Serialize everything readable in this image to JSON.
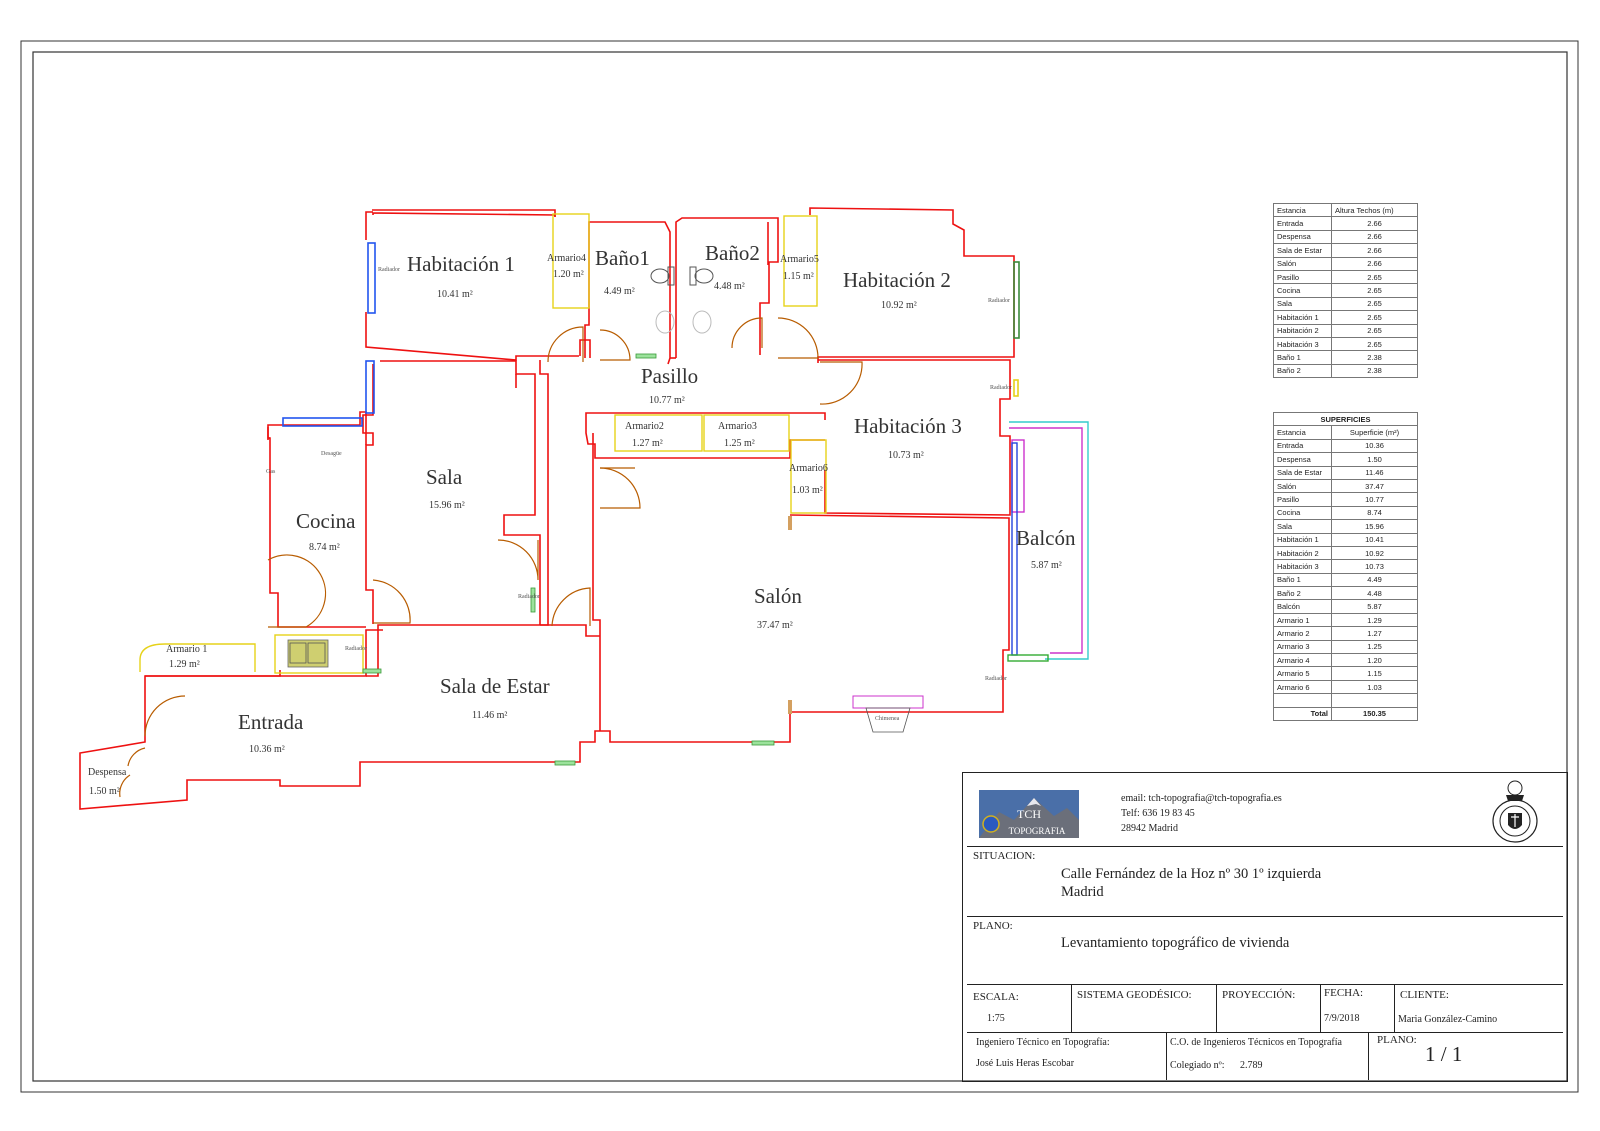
{
  "rooms": [
    {
      "name": "Habitación 1",
      "area": "10.41 m²"
    },
    {
      "name": "Armario4",
      "area": "1.20 m²"
    },
    {
      "name": "Baño1",
      "area": "4.49 m²"
    },
    {
      "name": "Baño2",
      "area": "4.48 m²"
    },
    {
      "name": "Armario5",
      "area": "1.15 m²"
    },
    {
      "name": "Habitación 2",
      "area": "10.92 m²"
    },
    {
      "name": "Pasillo",
      "area": "10.77 m²"
    },
    {
      "name": "Armario2",
      "area": "1.27 m²"
    },
    {
      "name": "Armario3",
      "area": "1.25 m²"
    },
    {
      "name": "Habitación 3",
      "area": "10.73 m²"
    },
    {
      "name": "Armario6",
      "area": "1.03 m²"
    },
    {
      "name": "Sala",
      "area": "15.96 m²"
    },
    {
      "name": "Cocina",
      "area": "8.74 m²"
    },
    {
      "name": "Balcón",
      "area": "5.87 m²"
    },
    {
      "name": "Salón",
      "area": "37.47 m²"
    },
    {
      "name": "Armario 1",
      "area": "1.29 m²"
    },
    {
      "name": "Sala de Estar",
      "area": "11.46 m²"
    },
    {
      "name": "Entrada",
      "area": "10.36 m²"
    },
    {
      "name": "Despensa",
      "area": "1.50 m²"
    }
  ],
  "fixtures": {
    "radiador": "Radiador",
    "desague": "Desagüe",
    "gas": "Gas",
    "chimenea": "Chimenea"
  },
  "heights_table": {
    "headers": [
      "Estancia",
      "Altura Techos (m)"
    ],
    "rows": [
      [
        "Entrada",
        "2.66"
      ],
      [
        "Despensa",
        "2.66"
      ],
      [
        "Sala de Estar",
        "2.66"
      ],
      [
        "Salón",
        "2.66"
      ],
      [
        "Pasillo",
        "2.65"
      ],
      [
        "Cocina",
        "2.65"
      ],
      [
        "Sala",
        "2.65"
      ],
      [
        "Habitación 1",
        "2.65"
      ],
      [
        "Habitación 2",
        "2.65"
      ],
      [
        "Habitación 3",
        "2.65"
      ],
      [
        "Baño 1",
        "2.38"
      ],
      [
        "Baño 2",
        "2.38"
      ]
    ]
  },
  "surfaces_table": {
    "title": "SUPERFICIES",
    "headers": [
      "Estancia",
      "Superficie (m²)"
    ],
    "rows": [
      [
        "Entrada",
        "10.36"
      ],
      [
        "Despensa",
        "1.50"
      ],
      [
        "Sala de Estar",
        "11.46"
      ],
      [
        "Salón",
        "37.47"
      ],
      [
        "Pasillo",
        "10.77"
      ],
      [
        "Cocina",
        "8.74"
      ],
      [
        "Sala",
        "15.96"
      ],
      [
        "Habitación 1",
        "10.41"
      ],
      [
        "Habitación 2",
        "10.92"
      ],
      [
        "Habitación 3",
        "10.73"
      ],
      [
        "Baño 1",
        "4.49"
      ],
      [
        "Baño 2",
        "4.48"
      ],
      [
        "Balcón",
        "5.87"
      ],
      [
        "Armario 1",
        "1.29"
      ],
      [
        "Armario 2",
        "1.27"
      ],
      [
        "Armario 3",
        "1.25"
      ],
      [
        "Armario 4",
        "1.20"
      ],
      [
        "Armario 5",
        "1.15"
      ],
      [
        "Armario 6",
        "1.03"
      ],
      [
        "",
        ""
      ]
    ],
    "total_label": "Total",
    "total_value": "150.35"
  },
  "title_block": {
    "logo_text_1": "TCH",
    "logo_text_2": "TOPOGRAFIA",
    "email": "email: tch-topografia@tch-topografia.es",
    "phone": "Telf: 636 19 83 45",
    "city": "28942 Madrid",
    "situacion_label": "SITUACION:",
    "situacion_line1": "Calle Fernández de la Hoz nº 30 1º  izquierda",
    "situacion_line2": "Madrid",
    "plano_label": "PLANO:",
    "plano_value": "Levantamiento topográfico de vivienda",
    "escala_label": "ESCALA:",
    "escala_value": "1:75",
    "sistema_label": "SISTEMA GEODÉSICO:",
    "proyeccion_label": "PROYECCIÓN:",
    "fecha_label": "FECHA:",
    "fecha_value": "7/9/2018",
    "cliente_label": "CLIENTE:",
    "cliente_value": "Maria González-Camino",
    "ingeniero_label": "Ingeniero Técnico en Topografía:",
    "ingeniero_value": "José Luis Heras Escobar",
    "colegio_label": "C.O. de Ingenieros Técnicos en Topografía",
    "colegiado_label": "Colegiado nº:",
    "colegiado_value": "2.789",
    "plano_num_label": "PLANO:",
    "plano_num_value": "1 / 1"
  }
}
